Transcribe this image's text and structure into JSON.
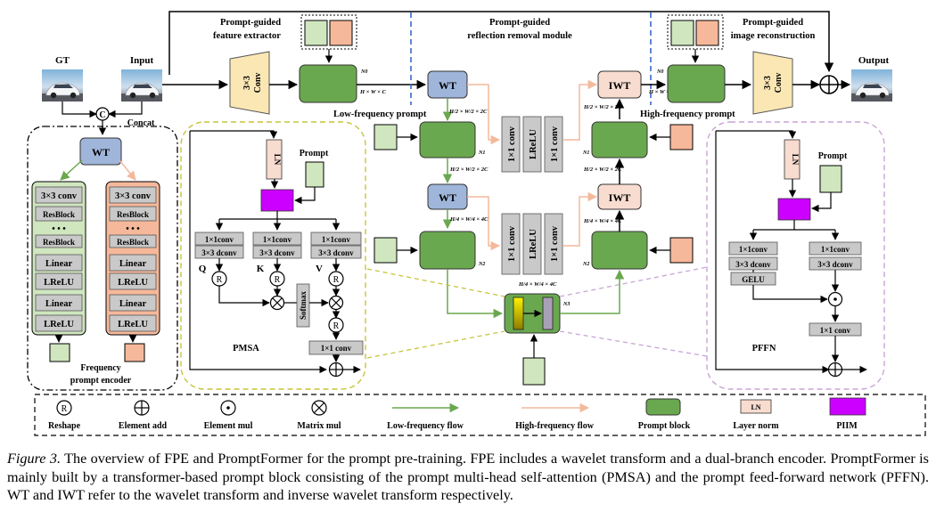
{
  "labels": {
    "gt": "GT",
    "input": "Input",
    "output": "Output",
    "concat": "Concat",
    "concat_symbol": "C",
    "fpe_title_1": "Prompt-guided",
    "fpe_title_2": "feature extractor",
    "prm_title_1": "Prompt-guided",
    "prm_title_2": "reflection removal module",
    "pir_title_1": "Prompt-guided",
    "pir_title_2": "image reconstruction",
    "conv33": "3×3",
    "conv_word": "Conv",
    "low_freq_prompt": "Low-frequency prompt",
    "high_freq_prompt": "High-frequency prompt",
    "wt": "WT",
    "iwt": "IWT",
    "conv11": "1×1 conv",
    "lrelu": "LReLU",
    "dim_full": "H × W × C",
    "dim_half": "H/2 × W/2 × 2C",
    "dim_quarter": "H/4 × W/4 × 4C",
    "n0": "N0",
    "n1": "N1",
    "n2": "N2",
    "n3": "N3",
    "encoder_title_1": "Frequency",
    "encoder_title_2": "prompt encoder",
    "pmsa_title": "PMSA",
    "pffn_title": "PFFN",
    "prompt": "Prompt",
    "ln": "LN",
    "conv1x1_compact": "1×1conv",
    "dconv33": "3×3 dconv",
    "softmax": "Softmax",
    "gelu": "GELU",
    "q": "Q",
    "k": "K",
    "v": "V",
    "reshape_symbol": "R"
  },
  "encoder": {
    "left_branch": [
      "3×3 conv",
      "ResBlock",
      "• • •",
      "ResBlock",
      "Linear",
      "LReLU",
      "Linear",
      "LReLU"
    ],
    "right_branch": [
      "3×3 conv",
      "ResBlock",
      "• • •",
      "ResBlock",
      "Linear",
      "LReLU",
      "Linear",
      "LReLU"
    ]
  },
  "legend": [
    {
      "symbol": "R",
      "label": "Reshape"
    },
    {
      "symbol": "⊕",
      "label": "Element add"
    },
    {
      "symbol": "⊙",
      "label": "Element mul"
    },
    {
      "symbol": "⊗",
      "label": "Matrix mul"
    },
    {
      "symbol": "low-arrow",
      "label": "Low-frequency flow"
    },
    {
      "symbol": "high-arrow",
      "label": "High-frequency flow"
    },
    {
      "symbol": "green-block",
      "label": "Prompt block"
    },
    {
      "symbol": "LN",
      "label": "Layer norm"
    },
    {
      "symbol": "magenta-block",
      "label": "PIIM"
    }
  ],
  "caption": {
    "label": "Figure 3.",
    "text": " The overview of FPE and PromptFormer for the prompt pre-training. FPE includes a wavelet transform and a dual-branch encoder. PromptFormer is mainly built by a transformer-based prompt block consisting of the prompt multi-head self-attention (PMSA) and the prompt feed-forward network (PFFN). WT and IWT refer to the wavelet transform and inverse wavelet transform respectively."
  },
  "colors": {
    "green_block": "#6aa84f",
    "prompt_green": "#cfe6bf",
    "prompt_orange": "#f6b89a",
    "wt_blue": "#9fb6da",
    "iwt_pink": "#f8dcd0",
    "conv_yellow": "#fbe7b4",
    "gray_box": "#c9c9c9",
    "magenta": "#cc00ff",
    "low_flow": "#6aa84f",
    "high_flow": "#f4b99c",
    "pmsa_border": "#c7c43a",
    "pffn_border": "#c9a4d6",
    "dashed_blue": "#3a68c8"
  }
}
